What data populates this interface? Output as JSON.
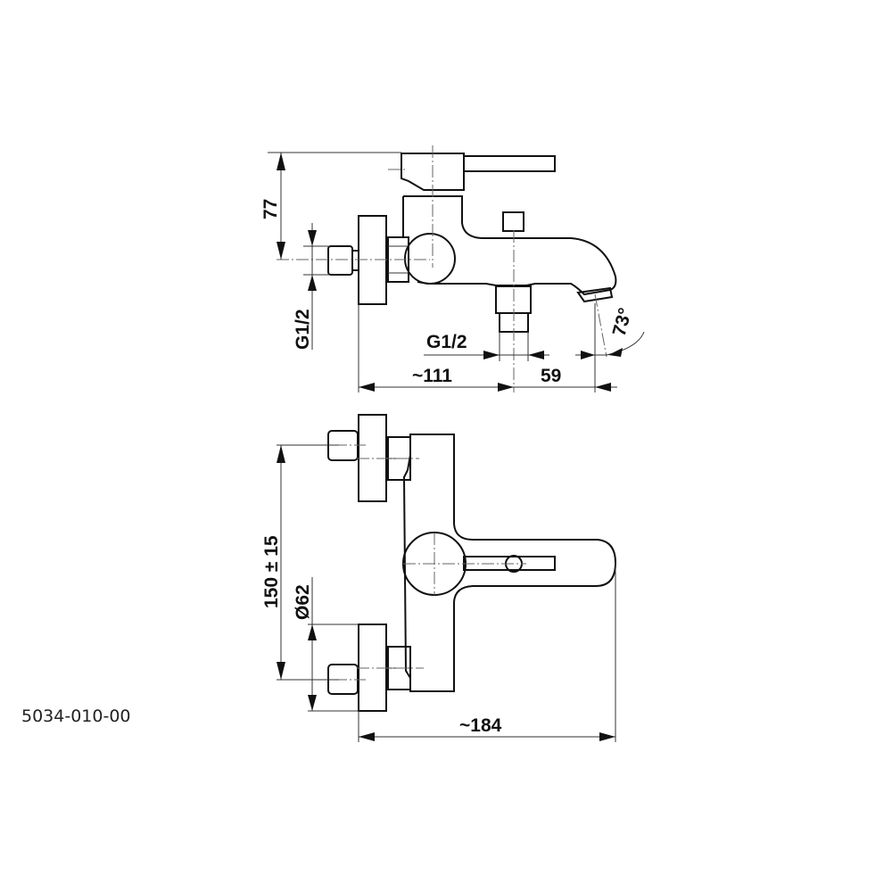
{
  "drawing_code": "5034-010-00",
  "side_view": {
    "dim_height": "77",
    "dim_thread_left": "G1/2",
    "dim_thread_bottom": "G1/2",
    "dim_length": "~111",
    "dim_spout": "59",
    "dim_angle": "73°"
  },
  "top_view": {
    "dim_spacing": "150 ± 15",
    "dim_diameter": "Ø62",
    "dim_width": "~184"
  }
}
